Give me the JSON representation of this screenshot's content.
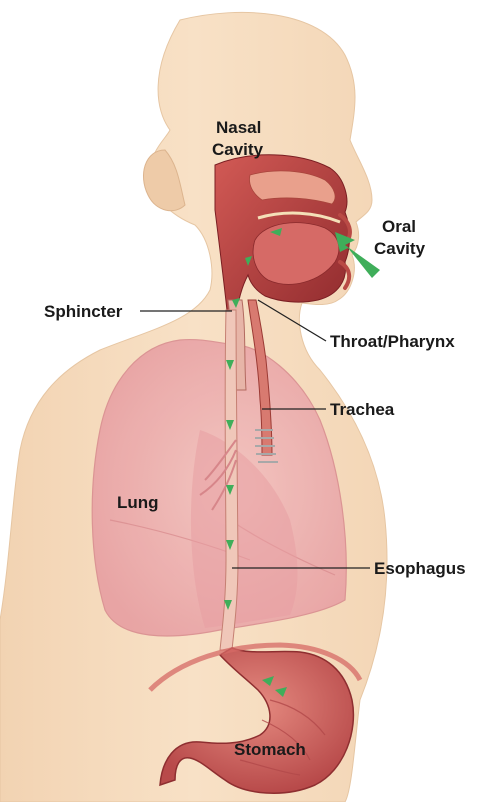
{
  "labels": {
    "nasal_cavity_line1": "Nasal",
    "nasal_cavity_line2": "Cavity",
    "oral_cavity_line1": "Oral",
    "oral_cavity_line2": "Cavity",
    "sphincter": "Sphincter",
    "throat_pharynx": "Throat/Pharynx",
    "trachea": "Trachea",
    "lung": "Lung",
    "esophagus": "Esophagus",
    "stomach": "Stomach"
  },
  "colors": {
    "skin": "#f7dfc2",
    "skin_shadow": "#efcfae",
    "lung": "#f0b8b8",
    "lung_dark": "#e39a9c",
    "tissue": "#c8484a",
    "tissue_dark": "#9b2d30",
    "stomach": "#d9706a",
    "arrow": "#3fae5a",
    "leader": "#222222"
  }
}
